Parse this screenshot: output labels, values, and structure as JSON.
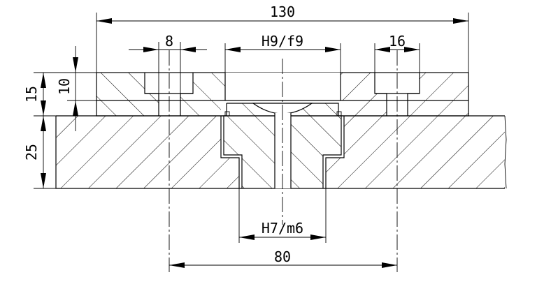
{
  "dimensions": {
    "overall_width": "130",
    "counterbore_dia": "8",
    "bushing_fit": "H9/f9",
    "pin_dia": "16",
    "plate_thickness": "15",
    "counterbore_depth": "10",
    "base_thickness": "25",
    "pin_fit": "H7/m6",
    "hole_spacing": "80"
  }
}
